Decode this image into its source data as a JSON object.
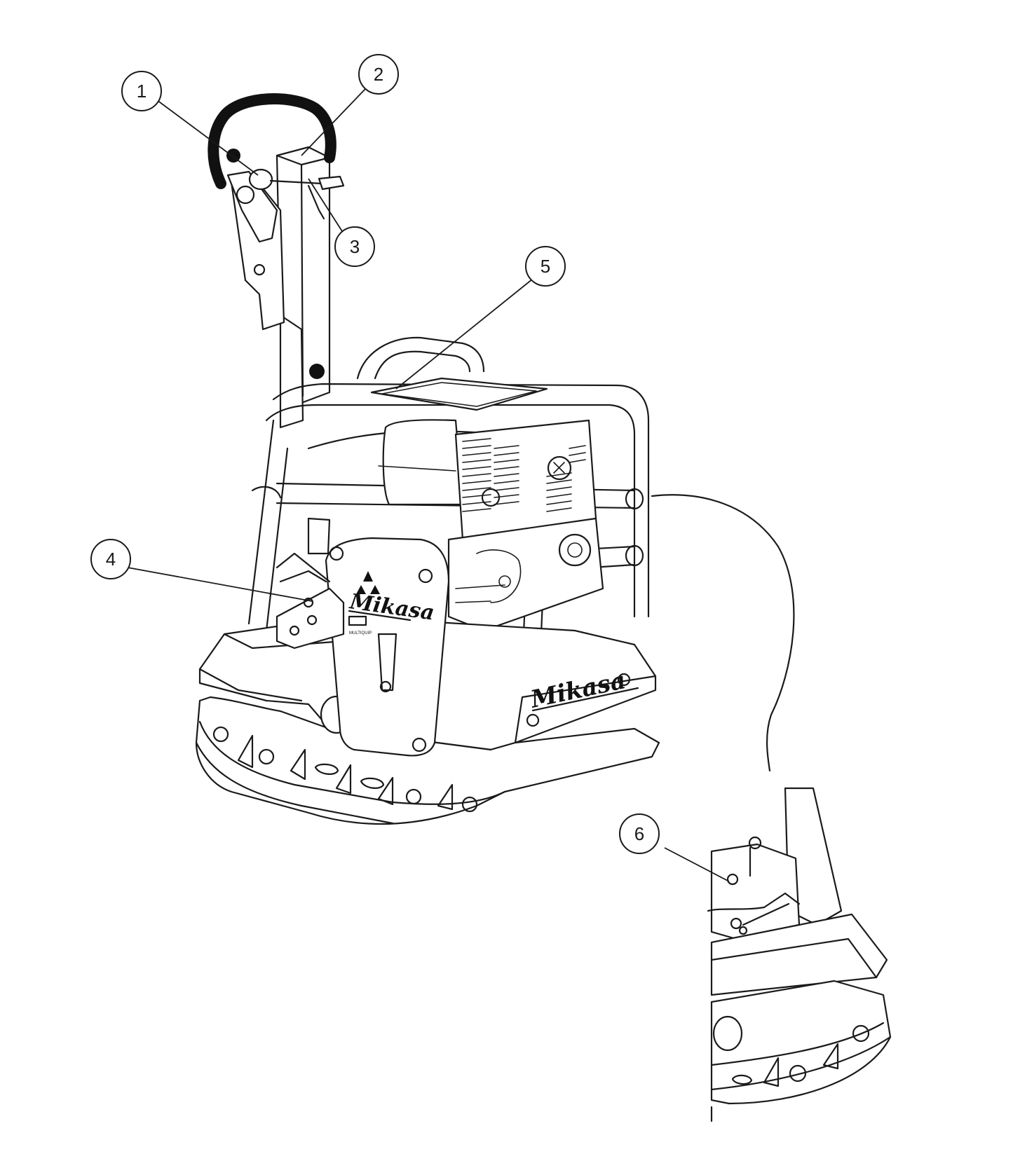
{
  "callouts": [
    {
      "number": "1"
    },
    {
      "number": "2"
    },
    {
      "number": "3"
    },
    {
      "number": "4"
    },
    {
      "number": "5"
    },
    {
      "number": "6"
    }
  ],
  "branding": {
    "exciter_cover_logo": "Mikasa",
    "base_plate_logo": "Mikasa",
    "small_badge": "MULTIQUIP"
  },
  "colors": {
    "line": "#1a1a1a",
    "background": "#ffffff",
    "handle_grip": "#111111"
  }
}
